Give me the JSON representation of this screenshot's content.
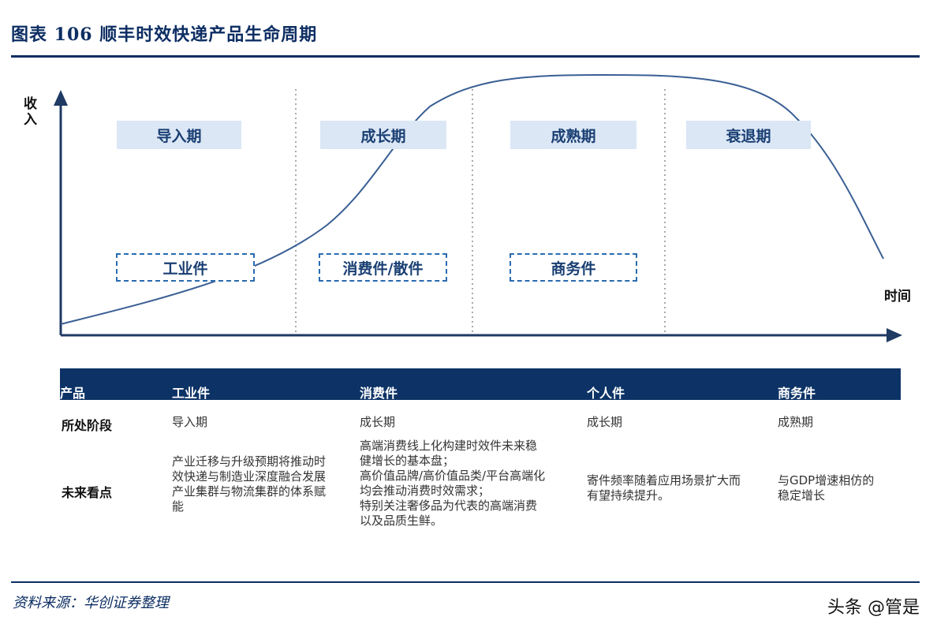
{
  "title": "图表 106   顺丰时效快递产品生命周期",
  "axes": {
    "y_label": "收入",
    "x_label": "时间"
  },
  "phases": [
    "导入期",
    "成长期",
    "成熟期",
    "衰退期"
  ],
  "phase_products": [
    "工业件",
    "消费件/散件",
    "商务件"
  ],
  "table": {
    "header": [
      "产品",
      "工业件",
      "消费件",
      "个人件",
      "商务件"
    ],
    "rows": [
      {
        "label": "所处阶段",
        "cells": [
          "导入期",
          "成长期",
          "成长期",
          "成熟期"
        ]
      },
      {
        "label": "未来看点",
        "cells": [
          [
            "产业迁移与升级预期将推动时",
            "效快递与制造业深度融合发展",
            "产业集群与物流集群的体系赋",
            "能"
          ],
          [
            "高端消费线上化构建时效件未来稳",
            "健增长的基本盘；",
            "高价值品牌/高价值品类/平台高端化",
            "均会推动消费时效需求；",
            "特别关注奢侈品为代表的高端消费",
            "以及品质生鲜。"
          ],
          [
            "寄件频率随着应用场景扩大而",
            "有望持续提升。"
          ],
          [
            "与GDP增速相仿的",
            "稳定增长"
          ]
        ]
      }
    ]
  },
  "source": "资料来源：华创证券整理",
  "watermark": "头条 @管是",
  "colors": {
    "navy": "#0d3366",
    "phase_bg": "#dbe7f5",
    "curve": "#3a5f94",
    "dash": "#2a6bb0"
  }
}
